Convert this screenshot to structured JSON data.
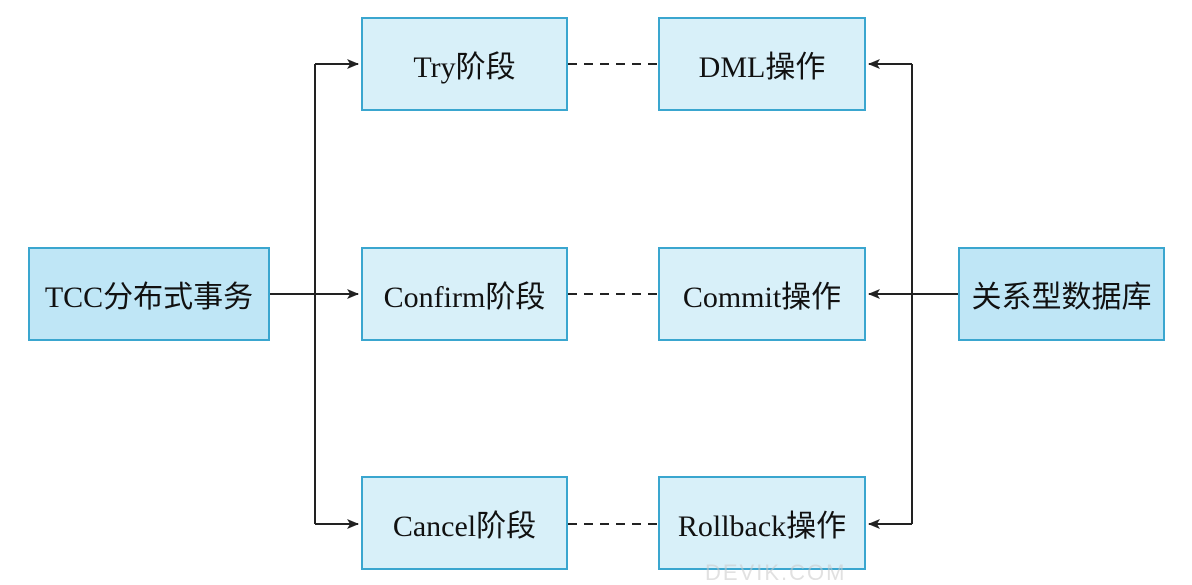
{
  "nodes": {
    "tcc": "TCC分布式事务",
    "try_phase": "Try阶段",
    "confirm_phase": "Confirm阶段",
    "cancel_phase": "Cancel阶段",
    "dml_op": "DML操作",
    "commit_op": "Commit操作",
    "rollback_op": "Rollback操作",
    "relational_db": "关系型数据库"
  },
  "watermark": "DEVIK.COM",
  "colors": {
    "box_light": "#d8f0f9",
    "box_dark": "#bfe6f6",
    "border": "#3aa6cf",
    "line": "#222222"
  }
}
